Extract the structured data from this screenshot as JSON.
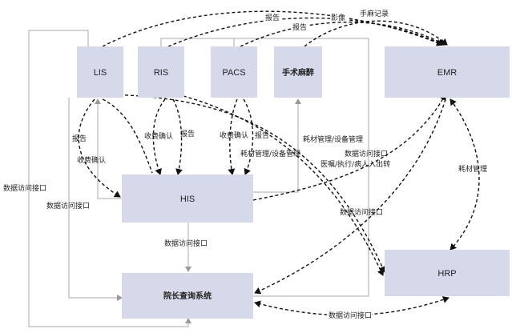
{
  "nodes": {
    "lis": "LIS",
    "ris": "RIS",
    "pacs": "PACS",
    "anesthesia": "手术麻醉",
    "emr": "EMR",
    "his": "HIS",
    "dean": "院长查询系统",
    "hrp": "HRP"
  },
  "labels": {
    "report_ris_emr": "报告",
    "image_pacs_emr": "影像",
    "surgery_record": "手麻记录",
    "report_lis_emr": "报告",
    "report_lis_his": "报告",
    "fee_confirm_lis": "收费确认",
    "fee_confirm_ris": "收费确认",
    "report_ris_his": "报告",
    "fee_confirm_pacs": "收费确认",
    "report_pacs_his": "报告",
    "consumable_his_anes": "耗材管理/设备管理",
    "consumable_ris_hrp": "耗材管理/设备管理",
    "data_access_his_emr": "数据访问接口",
    "orders_his_emr": "医嘱/执行/病人入出转",
    "consumable_emr_hrp": "耗材管理",
    "data_access_emr_dean": "数据访问接口",
    "data_access_left_outer": "数据访问接口",
    "data_access_lis_dean": "数据访问接口",
    "data_access_his_dean": "数据访问接口",
    "data_access_hrp_dean": "数据访问接口"
  }
}
